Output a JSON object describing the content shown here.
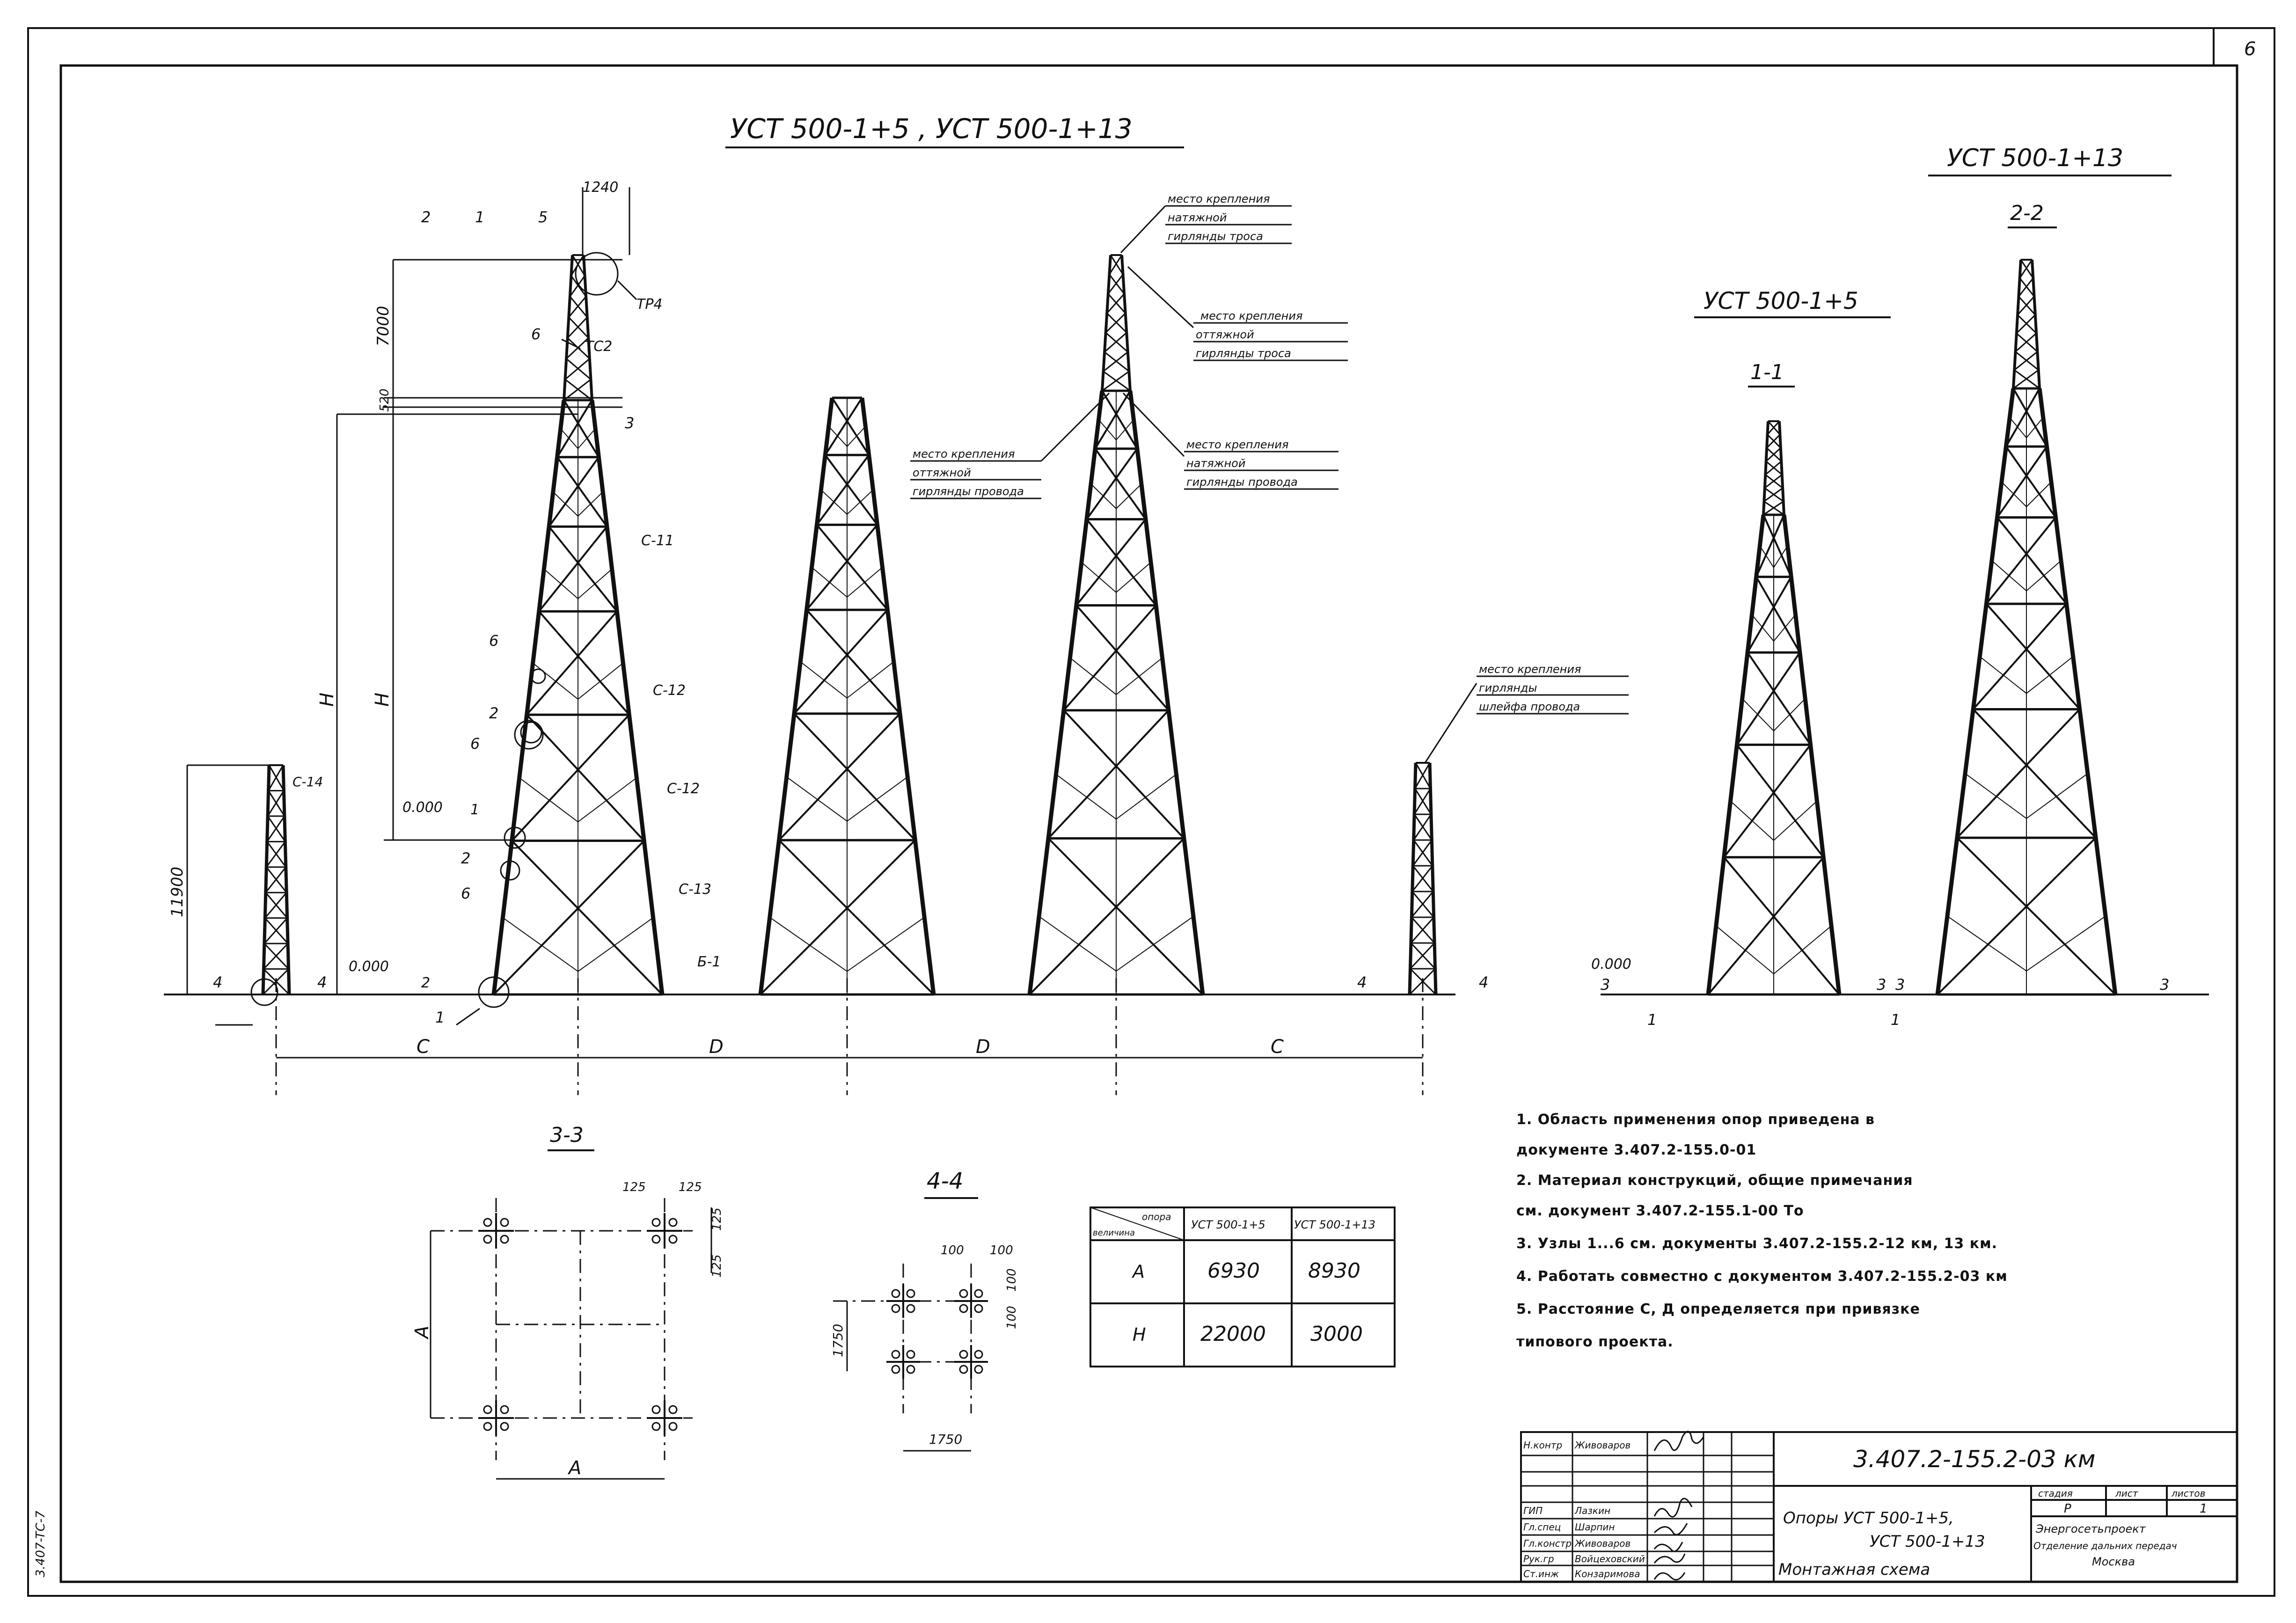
{
  "sheet": {
    "number": "6",
    "side_stamp": "3.407-TC-7"
  },
  "titles": {
    "main": "УСТ 500-1+5 , УСТ 500-1+13",
    "right": "УСТ 500-1+13",
    "mid_right": "УСТ 500-1+5",
    "sec11": "1-1",
    "sec22": "2-2",
    "sec33": "3-3",
    "sec44": "4-4"
  },
  "callouts": {
    "c1": [
      "место крепления",
      "натяжной",
      "гирлянды троса"
    ],
    "c2": [
      "место крепления",
      "оттяжной",
      "гирлянды троса"
    ],
    "c3": [
      "место крепления",
      "натяжной",
      "гирлянды провода"
    ],
    "c4": [
      "место крепления",
      "оттяжной",
      "гирлянды провода"
    ],
    "c5": [
      "место крепления",
      "гирлянды",
      "шлейфа провода"
    ]
  },
  "dims": {
    "d1240": "1240",
    "d7000": "7000",
    "d520": "520",
    "H": "H",
    "d11900": "11900",
    "zero": "0.000",
    "C": "C",
    "D": "D",
    "d125": "125",
    "d100": "100",
    "d1750": "1750",
    "A": "A"
  },
  "marks": {
    "tr4": "TP4",
    "tc2": "TC2",
    "c11": "C-11",
    "c12": "C-12",
    "c13": "C-13",
    "c14": "C-14",
    "b1": "Б-1",
    "n1": "1",
    "n2": "2",
    "n3": "3",
    "n4": "4",
    "n5": "5",
    "n6": "6"
  },
  "table": {
    "header_col1_top": "опора",
    "header_col1_bottom": "величина",
    "header_col2": "УСТ 500-1+5",
    "header_col3": "УСТ 500-1+13",
    "rows": [
      {
        "label": "A",
        "v1": "6930",
        "v2": "8930"
      },
      {
        "label": "H",
        "v1": "22000",
        "v2": "3000"
      }
    ]
  },
  "notes": [
    "1. Область применения опор приведена в",
    "   документе 3.407.2-155.0-01",
    "2. Материал конструкций, общие примечания",
    "   см. документ 3.407.2-155.1-00 То",
    "3. Узлы 1...6        см. документы 3.407.2-155.2-12 км, 13 км.",
    "4. Работать совместно с документом 3.407.2-155.2-03 км",
    "5. Расстояние С, Д определяется при привязке",
    "   типового проекта."
  ],
  "title_block": {
    "code": "3.407.2-155.2-03 км",
    "name_lines": [
      "Опоры УСТ 500-1+5,",
      "УСТ 500-1+13",
      "Монтажная схема"
    ],
    "stage_header": "стадия",
    "sheet_header": "лист",
    "sheets_header": "листов",
    "stage": "Р",
    "sheet": "",
    "sheets": "1",
    "org": [
      "Энергосетьпроект",
      "Отделение дальних передач",
      "Москва"
    ],
    "staff": [
      {
        "role": "Н.контр",
        "name": "Живоваров"
      },
      {
        "role": "ГИП",
        "name": "Лазкин"
      },
      {
        "role": "Гл.спец",
        "name": "Шарпин"
      },
      {
        "role": "Гл.констр",
        "name": "Живоваров"
      },
      {
        "role": "Рук.гр",
        "name": "Войцеховский"
      },
      {
        "role": "Ст.инж",
        "name": "Конзаримова"
      }
    ]
  }
}
